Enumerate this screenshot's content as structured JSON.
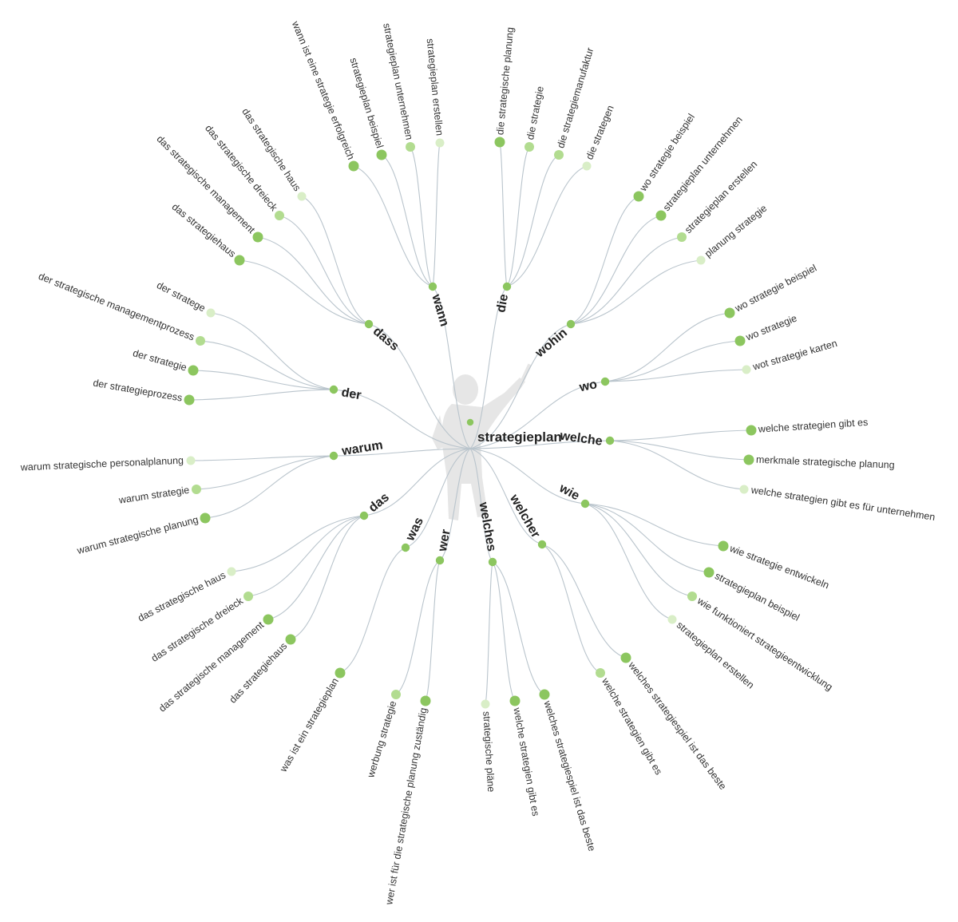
{
  "colors": {
    "edge": "#b9c4cc",
    "node_strong": "#8cc65f",
    "node_medium": "#b2dc90",
    "node_light": "#d9eec7",
    "text": "#333333",
    "silhouette": "#e5e5e5"
  },
  "root": {
    "label": "strategieplan",
    "icon": "person-silhouette-icon"
  },
  "branches": [
    {
      "id": "wann",
      "label": "wann",
      "children": [
        {
          "label": "wann ist eine strategie erfolgreich",
          "level": "strong"
        },
        {
          "label": "strategieplan beispiel",
          "level": "strong"
        },
        {
          "label": "strategieplan unternehmen",
          "level": "medium"
        },
        {
          "label": "strategieplan erstellen",
          "level": "light"
        }
      ]
    },
    {
      "id": "die",
      "label": "die",
      "children": [
        {
          "label": "die strategische planung",
          "level": "strong"
        },
        {
          "label": "die strategie",
          "level": "medium"
        },
        {
          "label": "die strategiemanufaktur",
          "level": "medium"
        },
        {
          "label": "die strategen",
          "level": "light"
        }
      ]
    },
    {
      "id": "wohin",
      "label": "wohin",
      "children": [
        {
          "label": "wo strategie beispiel",
          "level": "strong"
        },
        {
          "label": "strategieplan unternehmen",
          "level": "strong"
        },
        {
          "label": "strategieplan erstellen",
          "level": "medium"
        },
        {
          "label": "planung strategie",
          "level": "light"
        }
      ]
    },
    {
      "id": "wo",
      "label": "wo",
      "children": [
        {
          "label": "wo strategie beispiel",
          "level": "strong"
        },
        {
          "label": "wo strategie",
          "level": "strong"
        },
        {
          "label": "wot strategie karten",
          "level": "light"
        }
      ]
    },
    {
      "id": "welche",
      "label": "welche",
      "children": [
        {
          "label": "welche strategien gibt es",
          "level": "strong"
        },
        {
          "label": "merkmale strategische planung",
          "level": "strong"
        },
        {
          "label": "welche strategien gibt es für unternehmen",
          "level": "light"
        }
      ]
    },
    {
      "id": "wie",
      "label": "wie",
      "children": [
        {
          "label": "wie strategie entwickeln",
          "level": "strong"
        },
        {
          "label": "strategieplan beispiel",
          "level": "strong"
        },
        {
          "label": "wie funktioniert strategieentwicklung",
          "level": "medium"
        },
        {
          "label": "strategieplan erstellen",
          "level": "light"
        }
      ]
    },
    {
      "id": "welcher",
      "label": "welcher",
      "children": [
        {
          "label": "welches strategiespiel ist das beste",
          "level": "strong"
        },
        {
          "label": "welche strategien gibt es",
          "level": "medium"
        }
      ]
    },
    {
      "id": "welches",
      "label": "welches",
      "children": [
        {
          "label": "welches strategiespiel ist das beste",
          "level": "strong"
        },
        {
          "label": "welche strategien gibt es",
          "level": "strong"
        },
        {
          "label": "strategische pläne",
          "level": "light"
        }
      ]
    },
    {
      "id": "wer",
      "label": "wer",
      "children": [
        {
          "label": "wer ist für die strategische planung zuständig",
          "level": "strong"
        },
        {
          "label": "werbung strategie",
          "level": "medium"
        }
      ]
    },
    {
      "id": "was",
      "label": "was",
      "children": [
        {
          "label": "was ist ein strategieplan",
          "level": "strong"
        }
      ]
    },
    {
      "id": "das",
      "label": "das",
      "children": [
        {
          "label": "das strategiehaus",
          "level": "strong"
        },
        {
          "label": "das strategische management",
          "level": "strong"
        },
        {
          "label": "das strategische dreieck",
          "level": "medium"
        },
        {
          "label": "das strategische haus",
          "level": "light"
        }
      ]
    },
    {
      "id": "warum",
      "label": "warum",
      "children": [
        {
          "label": "warum strategische planung",
          "level": "strong"
        },
        {
          "label": "warum strategie",
          "level": "medium"
        },
        {
          "label": "warum strategische personalplanung",
          "level": "light"
        }
      ]
    },
    {
      "id": "der",
      "label": "der",
      "children": [
        {
          "label": "der strategieprozess",
          "level": "strong"
        },
        {
          "label": "der strategie",
          "level": "strong"
        },
        {
          "label": "der strategische managementprozess",
          "level": "medium"
        },
        {
          "label": "der stratege",
          "level": "light"
        }
      ]
    },
    {
      "id": "dass",
      "label": "dass",
      "children": [
        {
          "label": "das strategiehaus",
          "level": "strong"
        },
        {
          "label": "das strategische management",
          "level": "strong"
        },
        {
          "label": "das strategische dreieck",
          "level": "medium"
        },
        {
          "label": "das strategische haus",
          "level": "light"
        }
      ]
    }
  ]
}
